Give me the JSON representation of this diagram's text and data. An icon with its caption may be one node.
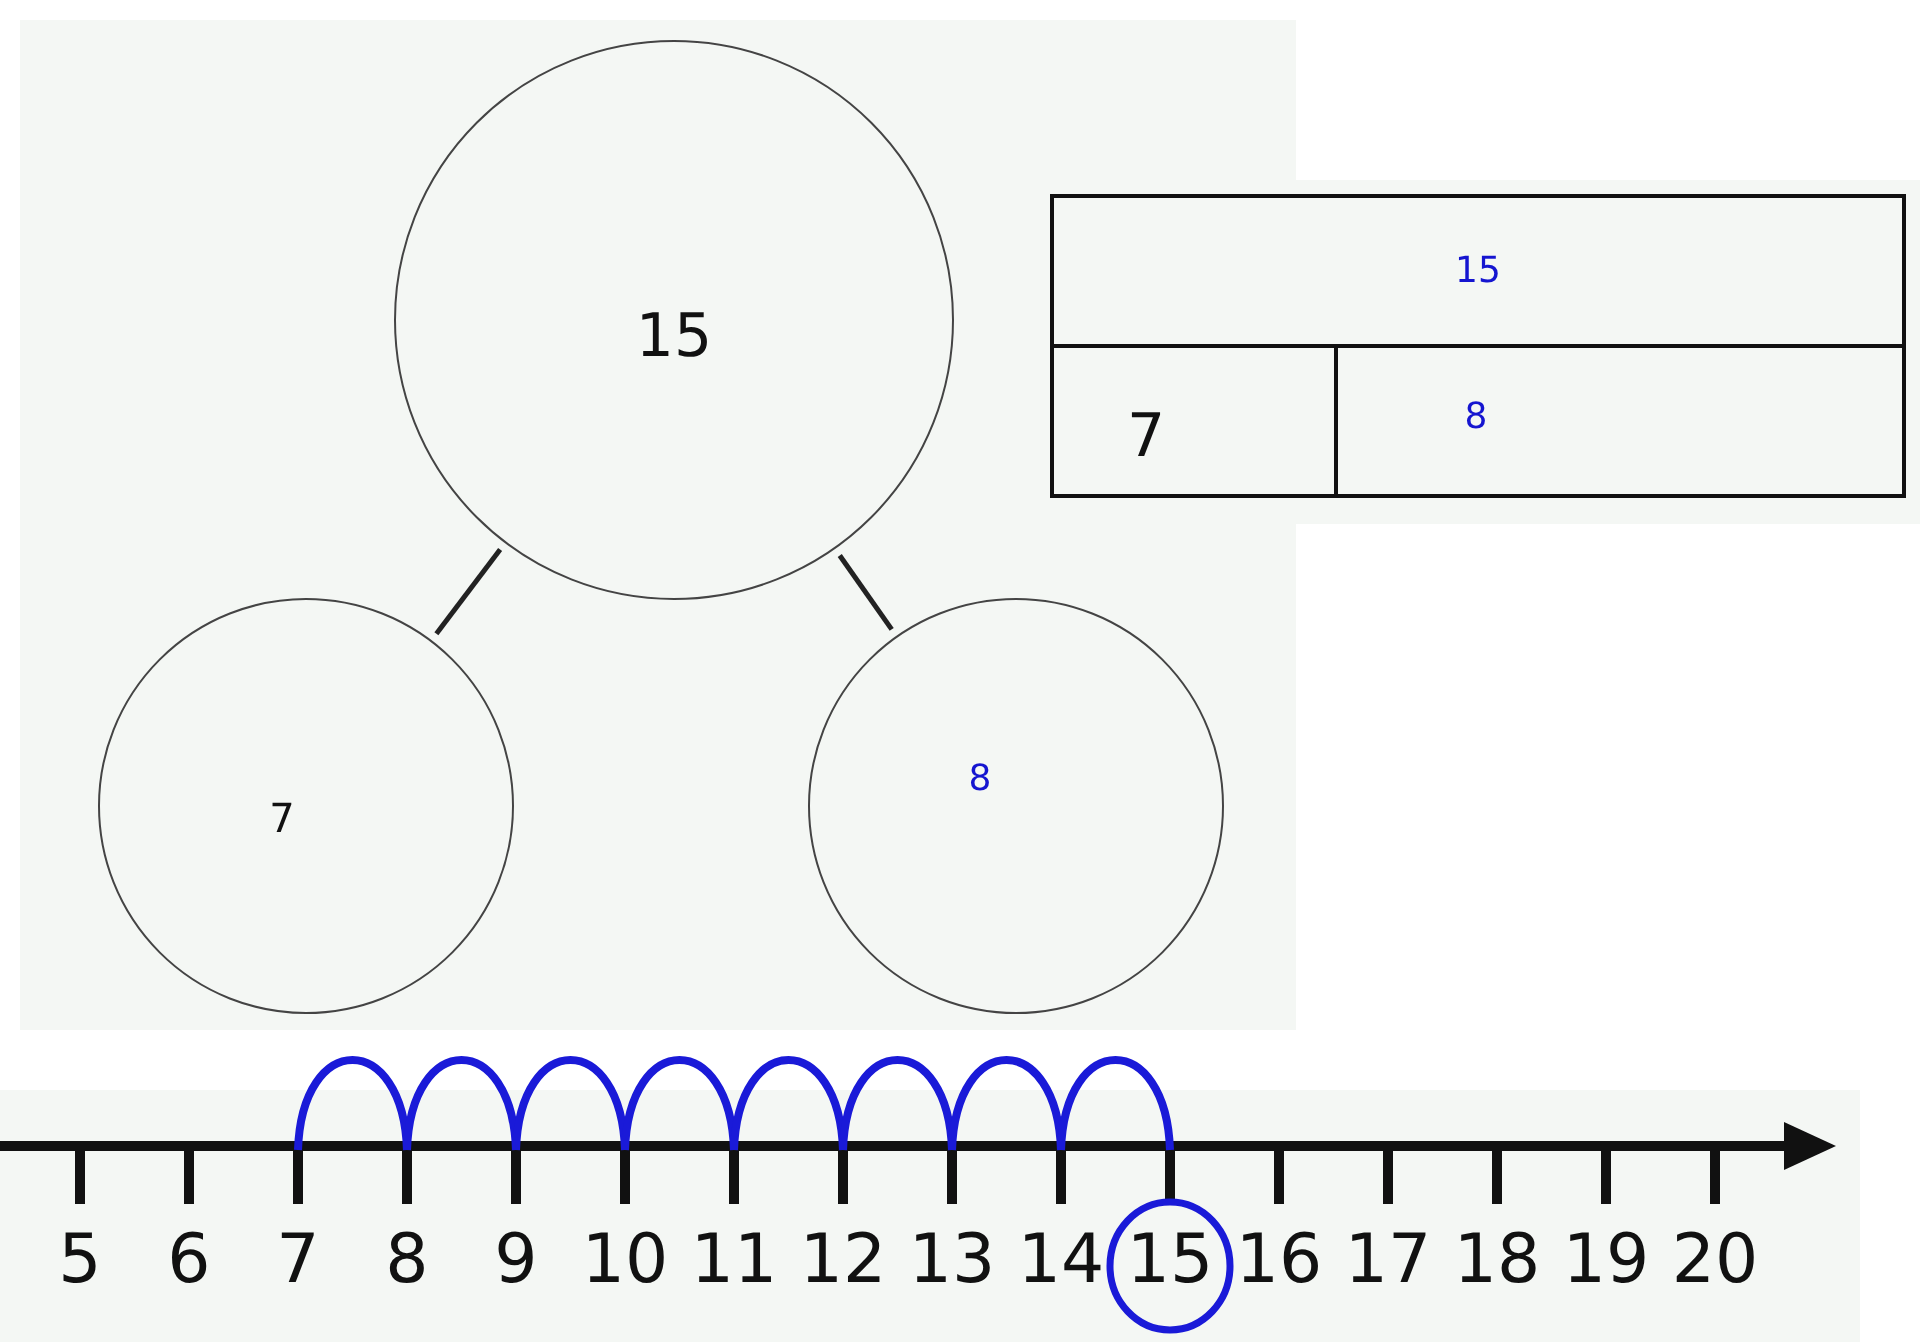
{
  "diagram": {
    "nodes": [
      {
        "text": [
          "15"
        ]
      },
      {
        "text": [
          "7"
        ]
      },
      {
        "text": [
          "8"
        ]
      },
      {
        "text": [
          "15"
        ]
      },
      {
        "text": [
          "7"
        ]
      },
      {
        "text": [
          "8"
        ]
      }
    ],
    "edges": [
      {
        "from": 0,
        "to": 1,
        "arrow": "none"
      },
      {
        "from": 0,
        "to": 2,
        "arrow": "none"
      }
    ],
    "labels": [
      "5",
      "6",
      "7",
      "8",
      "9",
      "10",
      "11",
      "12",
      "13",
      "14",
      "15",
      "16",
      "17",
      "18",
      "19",
      "20"
    ]
  }
}
